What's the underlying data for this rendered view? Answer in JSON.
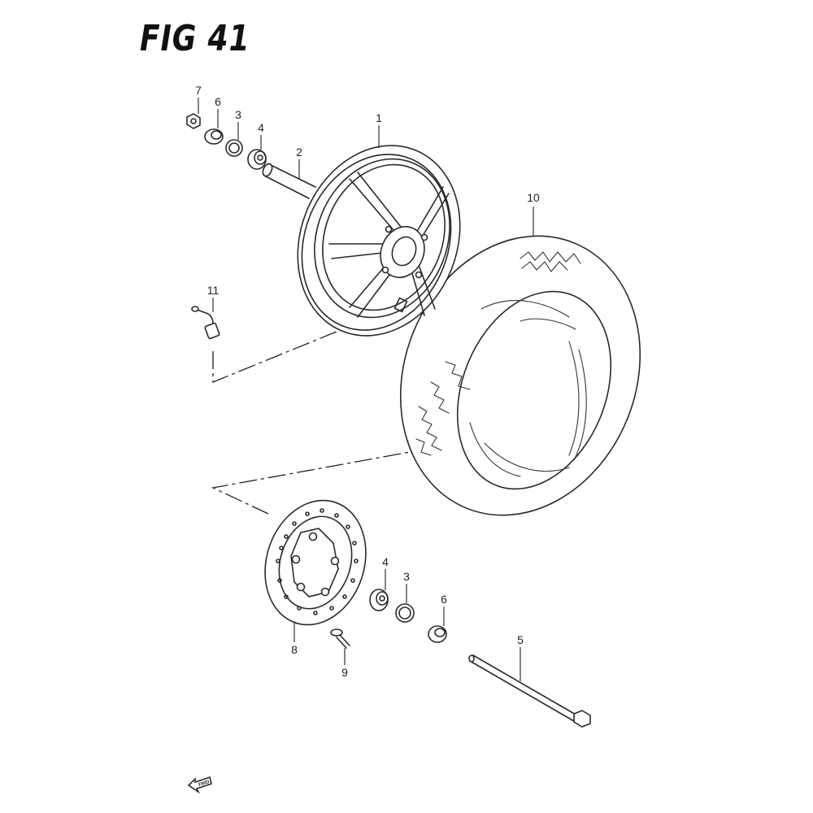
{
  "title": "FIG 41",
  "callouts": {
    "c1": "1",
    "c2": "2",
    "c3a": "3",
    "c3b": "3",
    "c4a": "4",
    "c4b": "4",
    "c5": "5",
    "c6a": "6",
    "c6b": "6",
    "c7": "7",
    "c8": "8",
    "c9": "9",
    "c10": "10",
    "c11": "11"
  },
  "fwd_label": "FWD",
  "colors": {
    "line": "#2a2a2a",
    "background": "#ffffff"
  }
}
